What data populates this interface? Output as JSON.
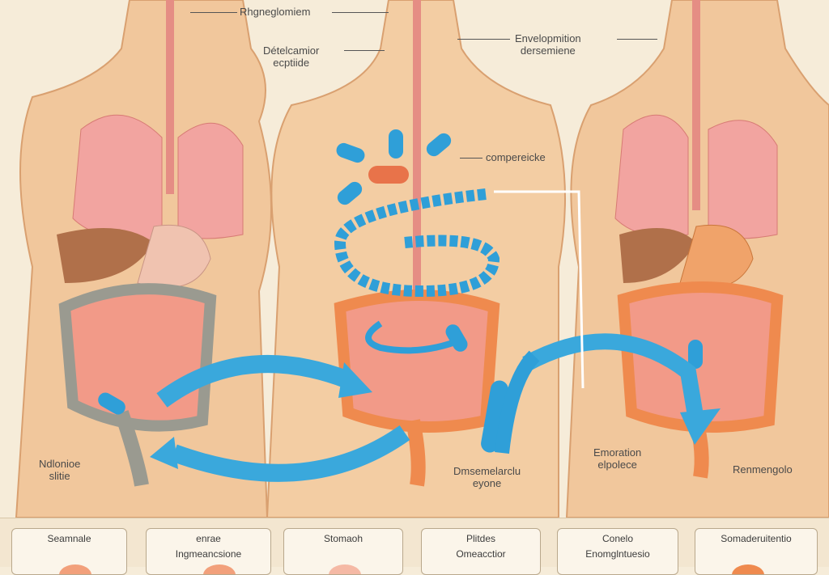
{
  "labels": {
    "top_center": "Rhgneglomiem",
    "upper_left_1": "Dételcamior",
    "upper_left_2": "ecptiide",
    "upper_right_1": "Envelopmition",
    "upper_right_2": "dersemiene",
    "mid_right": "compereicke",
    "lower_left_1": "Ndlonioe",
    "lower_left_2": "slitie",
    "lower_center_1": "Dmsemelarclu",
    "lower_center_2": "eyone",
    "lower_right_1": "Emoration",
    "lower_right_2": "elpolece",
    "far_right": "Renmengolo"
  },
  "cards": [
    {
      "line1": "Seamnale",
      "line2": ""
    },
    {
      "line1": "enrae",
      "line2": "Ingmeancsione"
    },
    {
      "line1": "Stomaoh",
      "line2": ""
    },
    {
      "line1": "Plitdes",
      "line2": "Omeacctior"
    },
    {
      "line1": "Conelo",
      "line2": "Enomglntuesio"
    },
    {
      "line1": "Somaderuitentio",
      "line2": ""
    }
  ],
  "colors": {
    "skin": "#f1c79c",
    "skin_shadow": "#e2a978",
    "lung": "#f2a4a0",
    "intestine": "#f29a88",
    "colon_grey": "#9a9a90",
    "colon_orange": "#ef8a4e",
    "liver": "#b0704a",
    "capsule_blue": "#2f9fd8",
    "arrow_blue": "#3aa8dc",
    "background": "#f6ecd9"
  }
}
